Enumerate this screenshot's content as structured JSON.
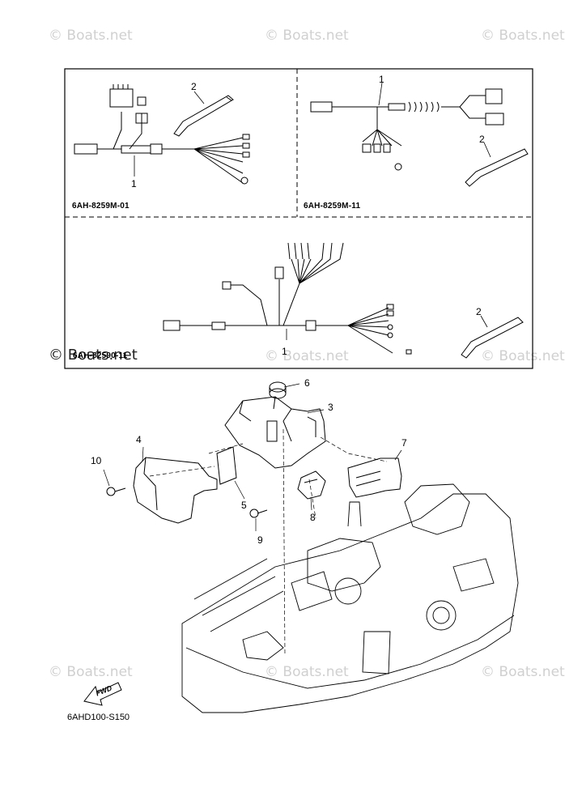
{
  "watermarks": {
    "text": "© Boats.net"
  },
  "kits": [
    {
      "code": "6AH-8259M-01",
      "callouts": [
        "1",
        "2"
      ]
    },
    {
      "code": "6AH-8259M-11",
      "callouts": [
        "1",
        "2"
      ]
    },
    {
      "code": "6AH-82590-11",
      "callouts": [
        "1",
        "2"
      ]
    }
  ],
  "parts": {
    "callouts": [
      "3",
      "4",
      "5",
      "6",
      "7",
      "8",
      "9",
      "10"
    ]
  },
  "footer": {
    "diagram_code": "6AHD100-S150",
    "direction_label": "FWD"
  }
}
